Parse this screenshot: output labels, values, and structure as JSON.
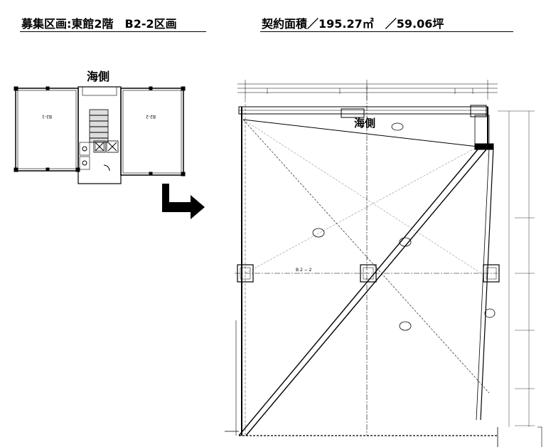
{
  "header": {
    "section_title": "募集区画:東館2階　B2-2区画",
    "area_title": "契約面積／195.27㎡　／59.06坪"
  },
  "keyplan": {
    "sea_label": "海側",
    "unit_left": "B2-1",
    "unit_right": "B2-2"
  },
  "floorplan": {
    "sea_label": "海側",
    "unit_label": "B 2 − 2"
  }
}
